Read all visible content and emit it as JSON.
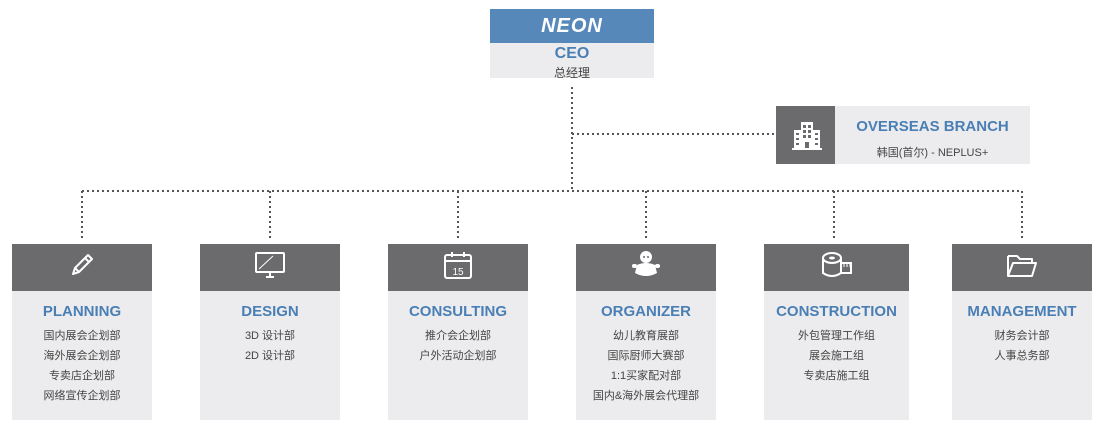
{
  "ceo": {
    "logo": "NEON",
    "title": "CEO",
    "subtitle": "总经理"
  },
  "overseas": {
    "title": "OVERSEAS BRANCH",
    "subtitle": "韩国(首尔) - NEPLUS+",
    "icon": "building-icon"
  },
  "departments": [
    {
      "title": "PLANNING",
      "icon": "pencil-icon",
      "items": [
        "国内展会企划部",
        "海外展会企划部",
        "专卖店企划部",
        "网络宣传企划部"
      ]
    },
    {
      "title": "DESIGN",
      "icon": "monitor-icon",
      "items": [
        "3D 设计部",
        "2D 设计部"
      ]
    },
    {
      "title": "CONSULTING",
      "icon": "calendar-icon",
      "icon_text": "15",
      "items": [
        "推介会企划部",
        "户外活动企划部"
      ]
    },
    {
      "title": "ORGANIZER",
      "icon": "baby-icon",
      "items": [
        "幼儿教育展部",
        "国际厨师大赛部",
        "1:1买家配对部",
        "国内&海外展会代理部"
      ]
    },
    {
      "title": "CONSTRUCTION",
      "icon": "tape-measure-icon",
      "items": [
        "外包管理工作组",
        "展会施工组",
        "专卖店施工组"
      ]
    },
    {
      "title": "MANAGEMENT",
      "icon": "folder-icon",
      "items": [
        "财务会计部",
        "人事总务部"
      ]
    }
  ],
  "colors": {
    "accent": "#4a7fb5",
    "logo_bg": "#5689b9",
    "icon_bg": "#6b6b6e",
    "card_bg": "#ececee"
  }
}
